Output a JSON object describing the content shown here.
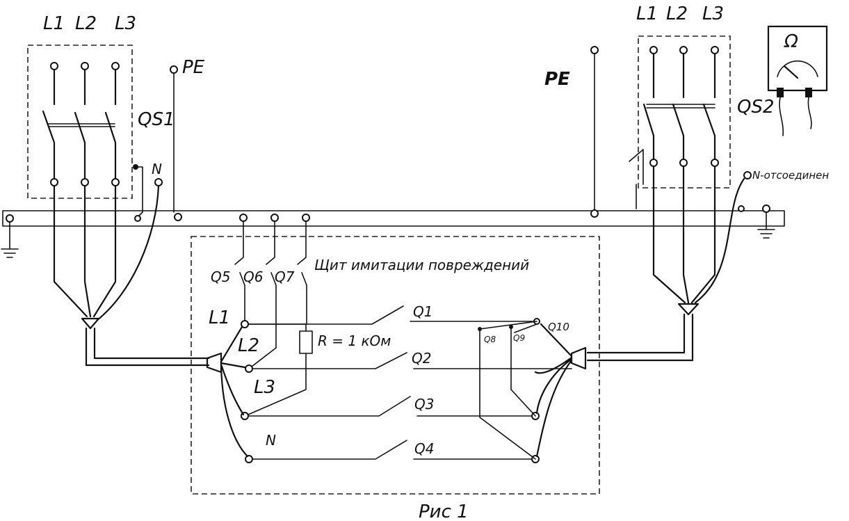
{
  "left_switch": {
    "phase_labels": [
      "L1",
      "L2",
      "L3"
    ],
    "name": "QS1",
    "neutral_label": "N",
    "pe_label": "PE"
  },
  "right_switch": {
    "phase_labels": [
      "L1",
      "L2",
      "L3"
    ],
    "name": "QS2",
    "neutral_label": "N-отсоединен",
    "pe_label": "PE"
  },
  "ohmmeter": {
    "symbol": "Ω"
  },
  "fault_panel": {
    "title": "Щит имитации повреждений",
    "breakers_top": [
      "Q5",
      "Q6",
      "Q7"
    ],
    "resistor_label": "R = 1 кОм",
    "terminal_labels": [
      "L1",
      "L2",
      "L3",
      "N"
    ],
    "switch_labels": [
      "Q1",
      "Q2",
      "Q3",
      "Q4"
    ],
    "right_labels": [
      "Q8",
      "Q9",
      "Q10"
    ]
  },
  "caption": "Рис 1"
}
